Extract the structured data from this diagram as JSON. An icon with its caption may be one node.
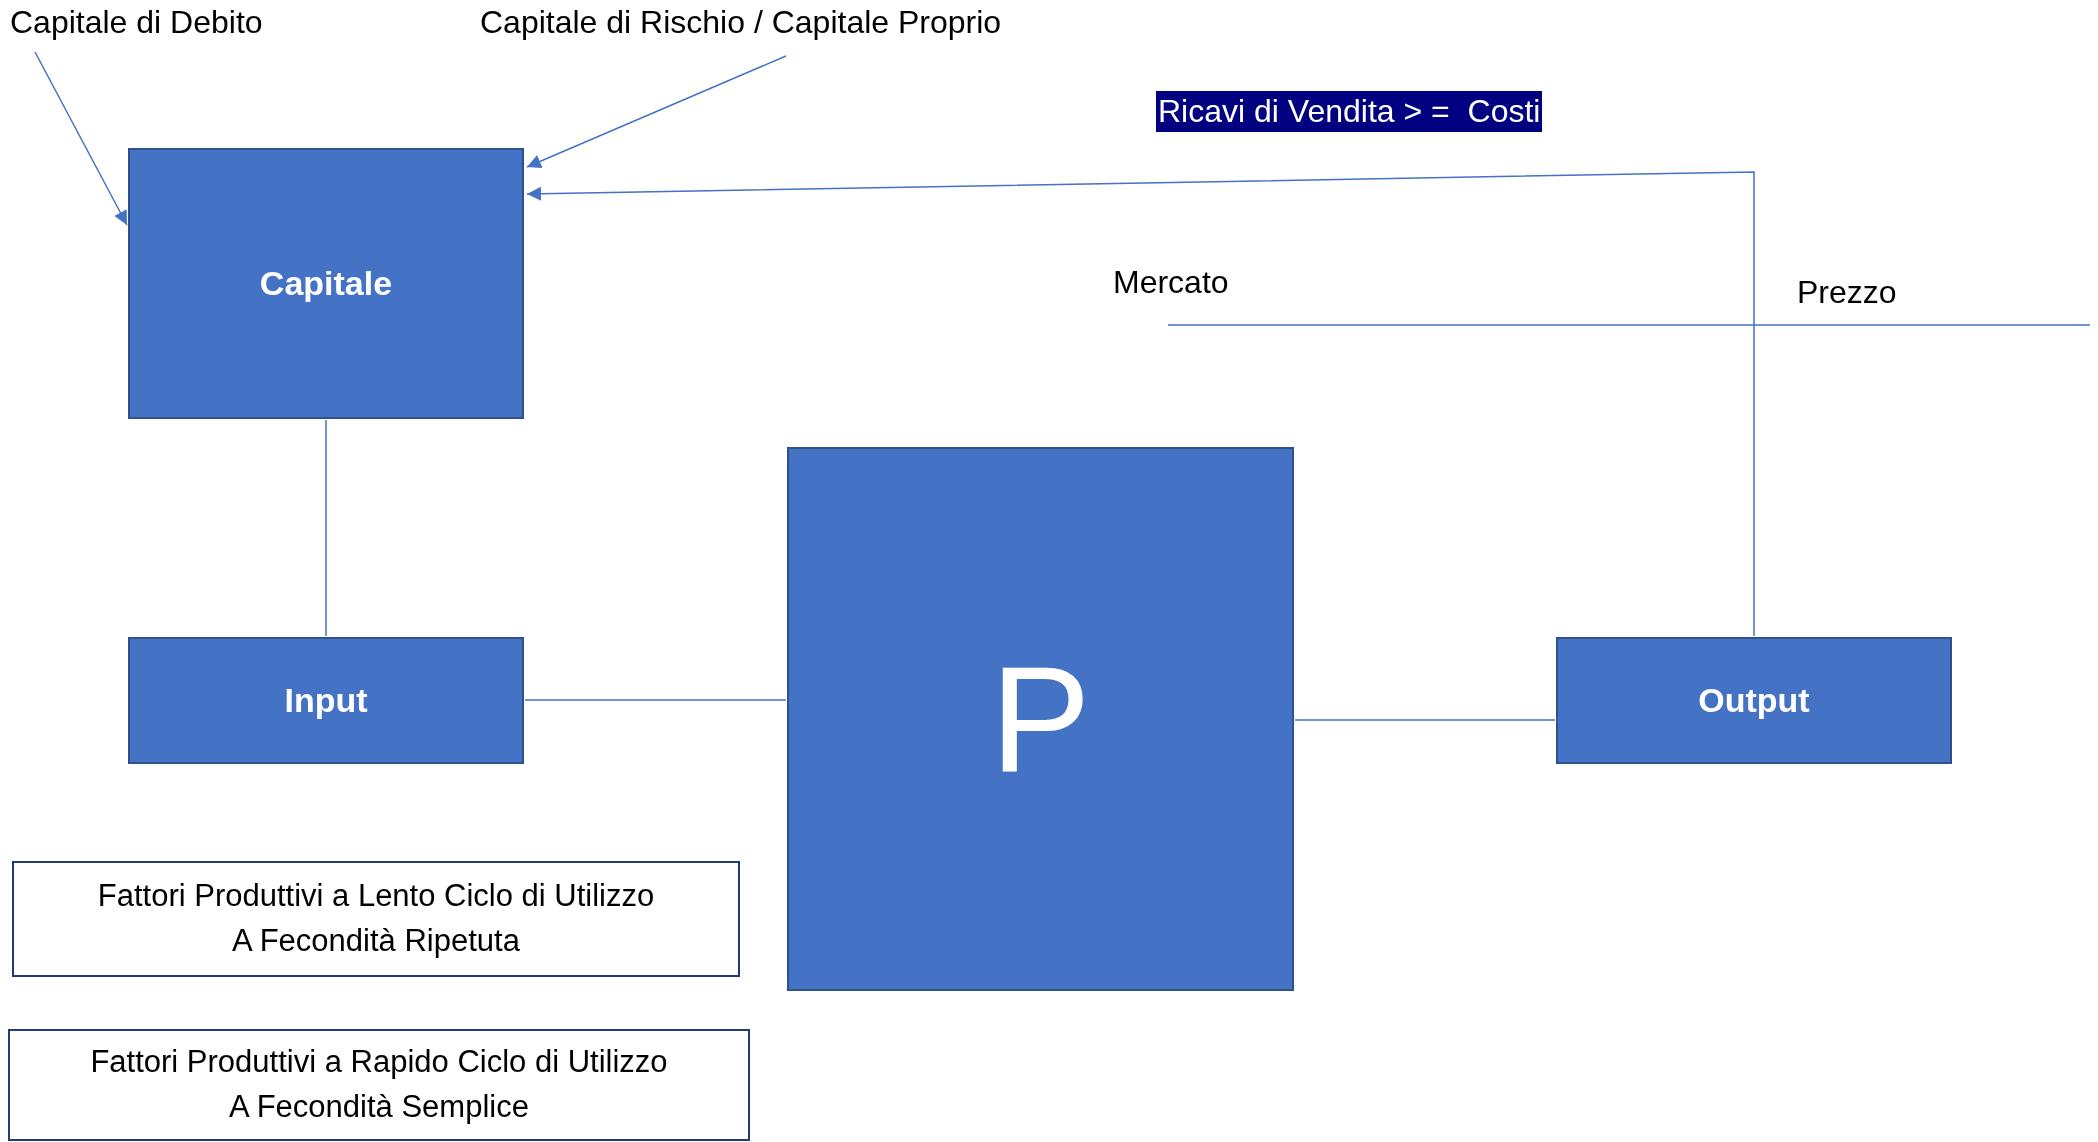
{
  "diagram": {
    "nodes": [
      {
        "text": [
          "Capitale di Debito"
        ]
      },
      {
        "text": [
          "Capitale di Rischio / Capitale Proprio"
        ]
      },
      {
        "text": [
          "Capitale"
        ]
      },
      {
        "text": [
          "Input"
        ]
      },
      {
        "text": [
          "P"
        ]
      },
      {
        "text": [
          "Output"
        ]
      },
      {
        "text": [
          "Fattori Produttivi a Lento Ciclo di Utilizzo",
          "A Fecondità Ripetuta"
        ]
      },
      {
        "text": [
          "Fattori Produttivi a Rapido Ciclo di Utilizzo",
          "A Fecondità Semplice"
        ]
      }
    ],
    "edges": [
      {
        "from": 0,
        "to": 2,
        "arrow": "to"
      },
      {
        "from": 1,
        "to": 2,
        "arrow": "to"
      },
      {
        "from": 5,
        "to": 2,
        "arrow": "to"
      },
      {
        "from": 2,
        "to": 3,
        "arrow": "none"
      },
      {
        "from": 3,
        "to": 4,
        "arrow": "none"
      },
      {
        "from": 4,
        "to": 5,
        "arrow": "none"
      }
    ],
    "labels": [
      "Ricavi di Vendita > =  Costi",
      "Mercato",
      "Prezzo"
    ]
  }
}
